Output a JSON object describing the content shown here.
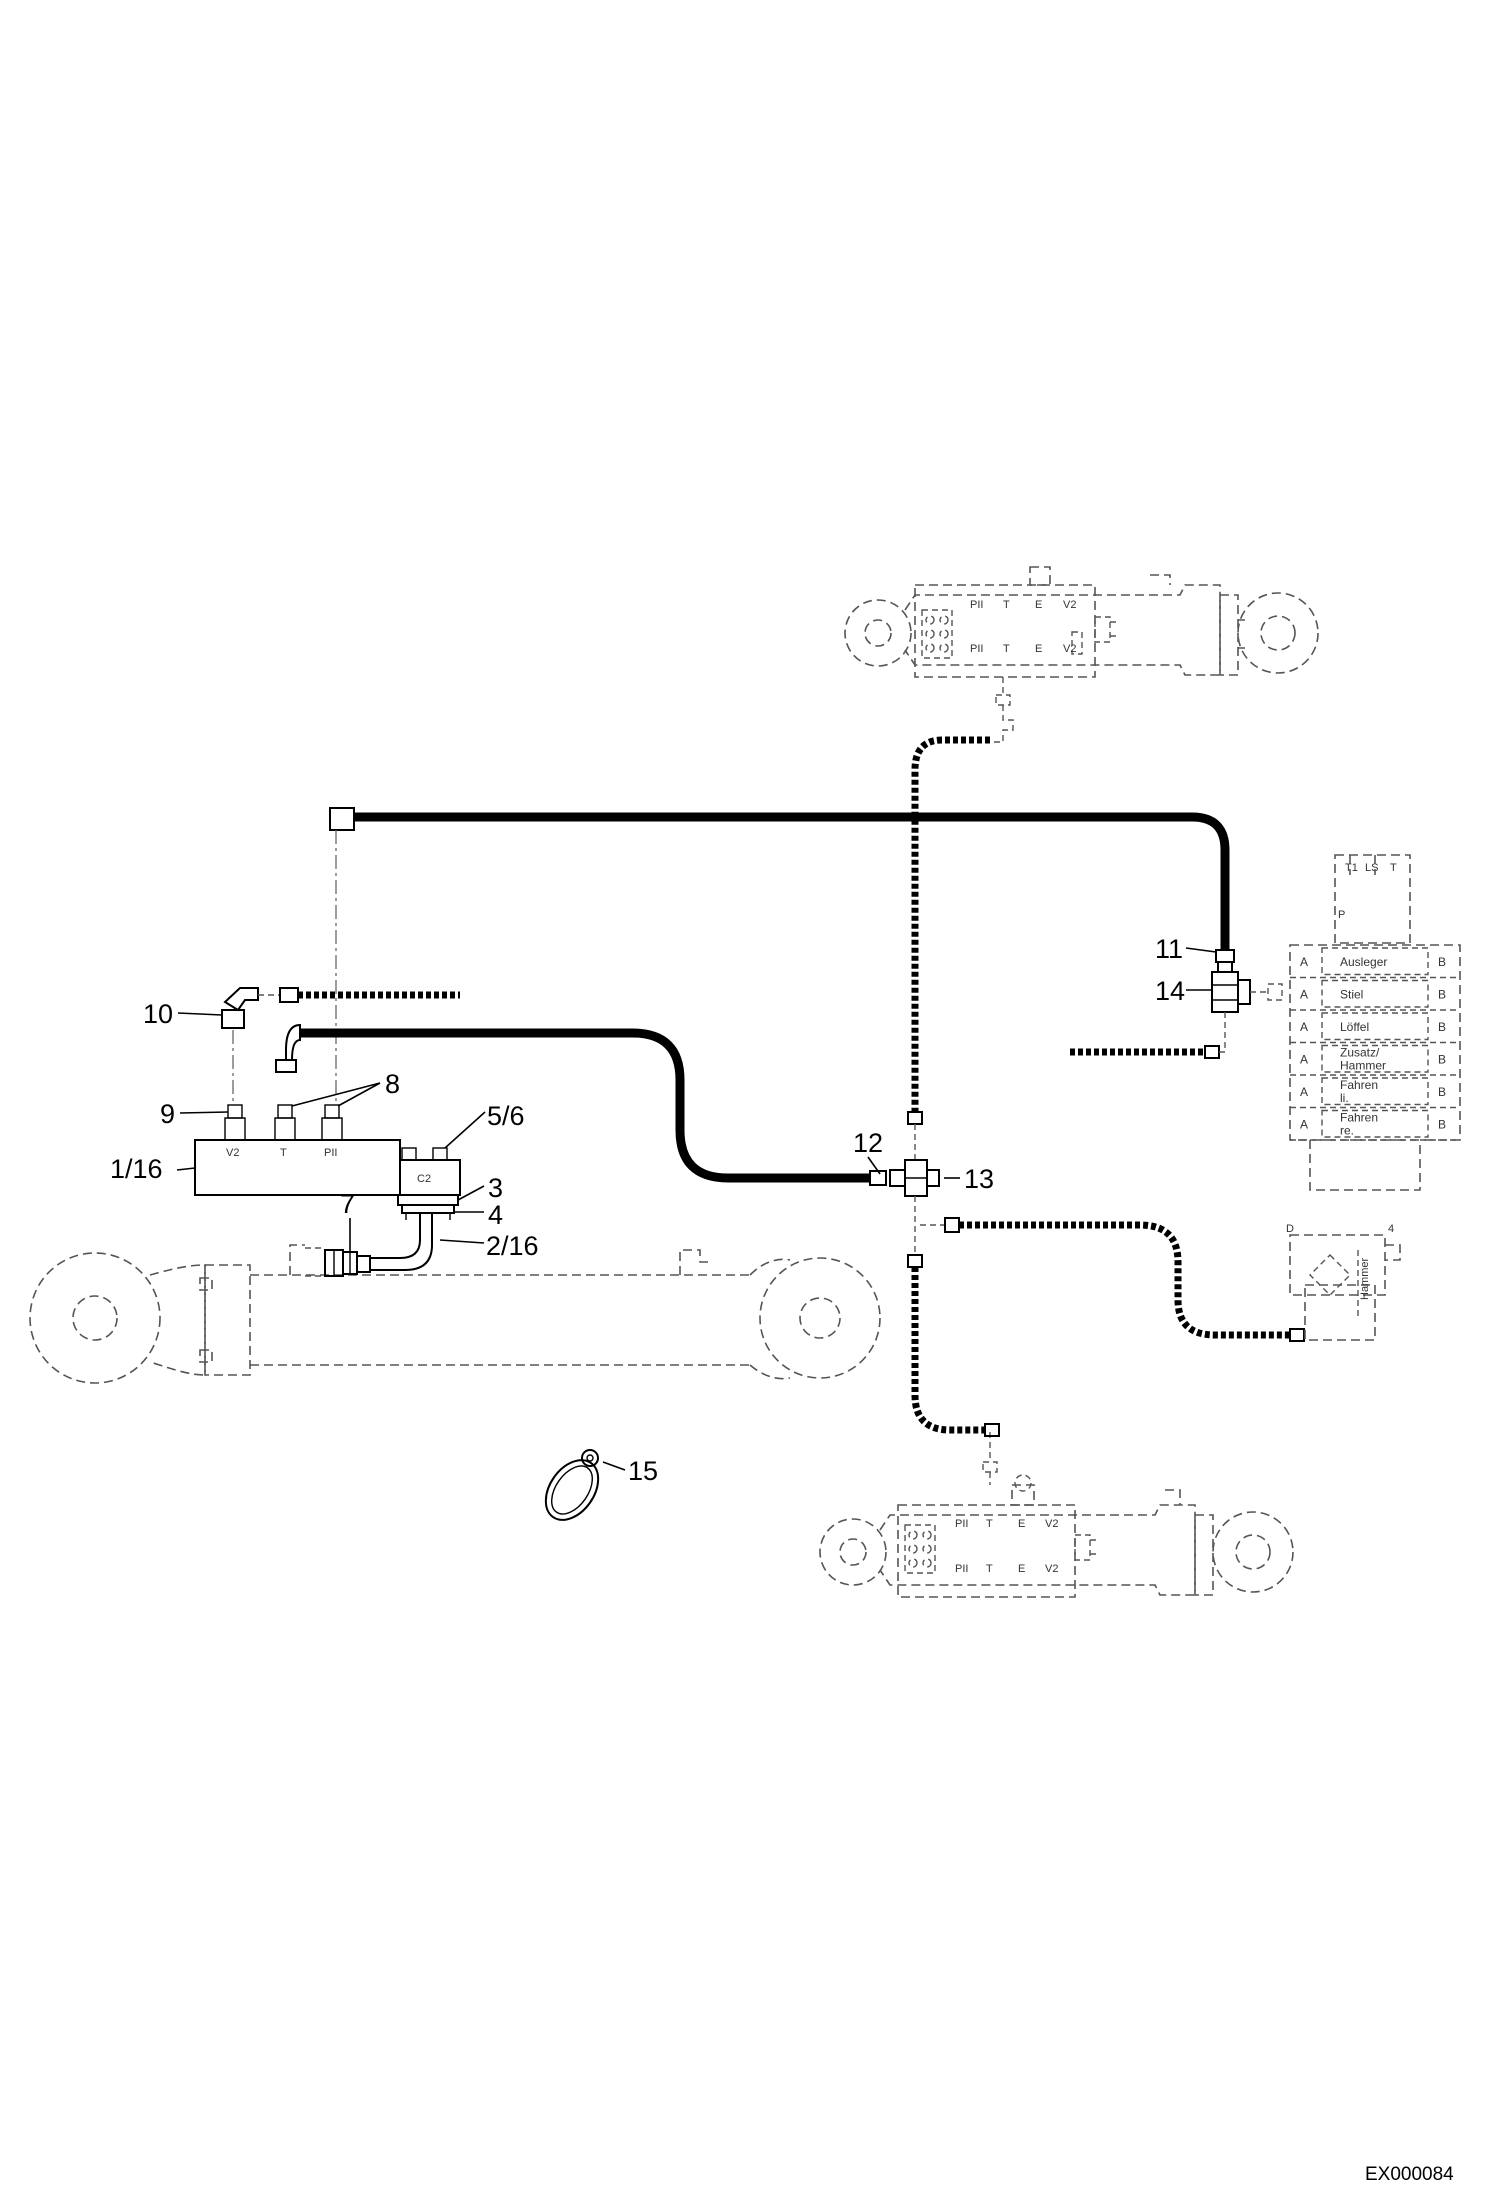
{
  "callouts": {
    "c1": "1/16",
    "c2": "2/16",
    "c3": "3",
    "c4": "4",
    "c56": "5/6",
    "c7": "7",
    "c8": "8",
    "c9": "9",
    "c10": "10",
    "c11": "11",
    "c12": "12",
    "c13": "13",
    "c14": "14",
    "c15": "15"
  },
  "block_ports": {
    "v2": "V2",
    "t": "T",
    "pii": "PII",
    "c2": "C2"
  },
  "cylinder_ports": {
    "pii": "PII",
    "t": "T",
    "e": "E",
    "v2": "V2"
  },
  "control_valve": {
    "top_t1": "T1",
    "top_ls": "LS",
    "top_t": "T",
    "p": "P",
    "sections": [
      {
        "a": "A",
        "label": "Ausleger",
        "b": "B"
      },
      {
        "a": "A",
        "label": "Stiel",
        "b": "B"
      },
      {
        "a": "A",
        "label": "Löffel",
        "b": "B"
      },
      {
        "a": "A",
        "label": "Zusatz/ Hammer",
        "b": "B"
      },
      {
        "a": "A",
        "label": "Fahren li.",
        "b": "B"
      },
      {
        "a": "A",
        "label": "Fahren re.",
        "b": "B"
      }
    ]
  },
  "valve_small": {
    "d": "D",
    "four": "4",
    "label": "Hammer"
  },
  "reference": "EX000084"
}
